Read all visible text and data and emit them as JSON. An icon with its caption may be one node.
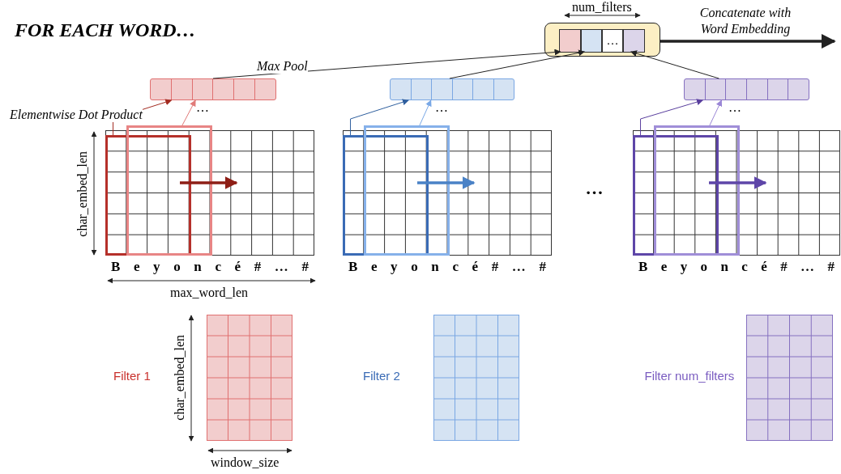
{
  "diagram": {
    "title": "FOR EACH WORD…",
    "nodes": [
      {
        "text": [],
        "shape": "box"
      },
      {
        "text": [],
        "shape": "box",
        "in": 0
      },
      {
        "text": [],
        "shape": "box",
        "in": 0
      },
      {
        "text": [
          "…"
        ],
        "in": 0
      },
      {
        "text": [],
        "shape": "box",
        "in": 0
      },
      {
        "text": [],
        "shape": "bar"
      },
      {
        "text": [],
        "shape": "bar"
      },
      {
        "text": [],
        "shape": "bar"
      },
      {
        "text": [],
        "shape": "box"
      },
      {
        "text": [],
        "shape": "box",
        "in": 8
      },
      {
        "text": [],
        "shape": "box",
        "in": 8
      },
      {
        "text": [],
        "shape": "box"
      },
      {
        "text": [],
        "shape": "box",
        "in": 11
      },
      {
        "text": [],
        "shape": "box",
        "in": 11
      },
      {
        "text": [],
        "shape": "box"
      },
      {
        "text": [],
        "shape": "box",
        "in": 14
      },
      {
        "text": [],
        "shape": "box",
        "in": 14
      },
      {
        "text": [],
        "shape": "box"
      },
      {
        "text": [],
        "shape": "box"
      },
      {
        "text": [],
        "shape": "box"
      }
    ],
    "edges": [
      {
        "from": 5,
        "to": 1,
        "arrow": "to",
        "label": "Max Pool"
      },
      {
        "from": 6,
        "to": 2,
        "arrow": "to"
      },
      {
        "from": 7,
        "to": 4,
        "arrow": "to"
      },
      {
        "from": 0,
        "to": null,
        "arrow": "to",
        "style": "thick",
        "label": "Concatenate with Word Embedding"
      },
      {
        "from": 9,
        "to": 5,
        "arrow": "to",
        "color": "#a32b20",
        "label": "Elementwise Dot Product"
      },
      {
        "from": 10,
        "to": 5,
        "arrow": "to",
        "color": "#e07a78"
      },
      {
        "from": 12,
        "to": 6,
        "arrow": "to",
        "color": "#2f5f9e"
      },
      {
        "from": 13,
        "to": 6,
        "arrow": "to",
        "color": "#79a8e6"
      },
      {
        "from": 15,
        "to": 7,
        "arrow": "to",
        "color": "#5a3f9e"
      },
      {
        "from": 16,
        "to": 7,
        "arrow": "to",
        "color": "#9a86d6"
      }
    ],
    "labels": [
      "num_filters",
      "…",
      "…",
      "…",
      "char_embed_len",
      "…",
      "B e y o n c é # … #",
      "B e y o n c é # … #",
      "B e y o n c é # … #",
      "max_word_len",
      "Filter 1",
      "char_embed_len",
      "Filter 2",
      "Filter num_filters",
      "window_size"
    ]
  }
}
